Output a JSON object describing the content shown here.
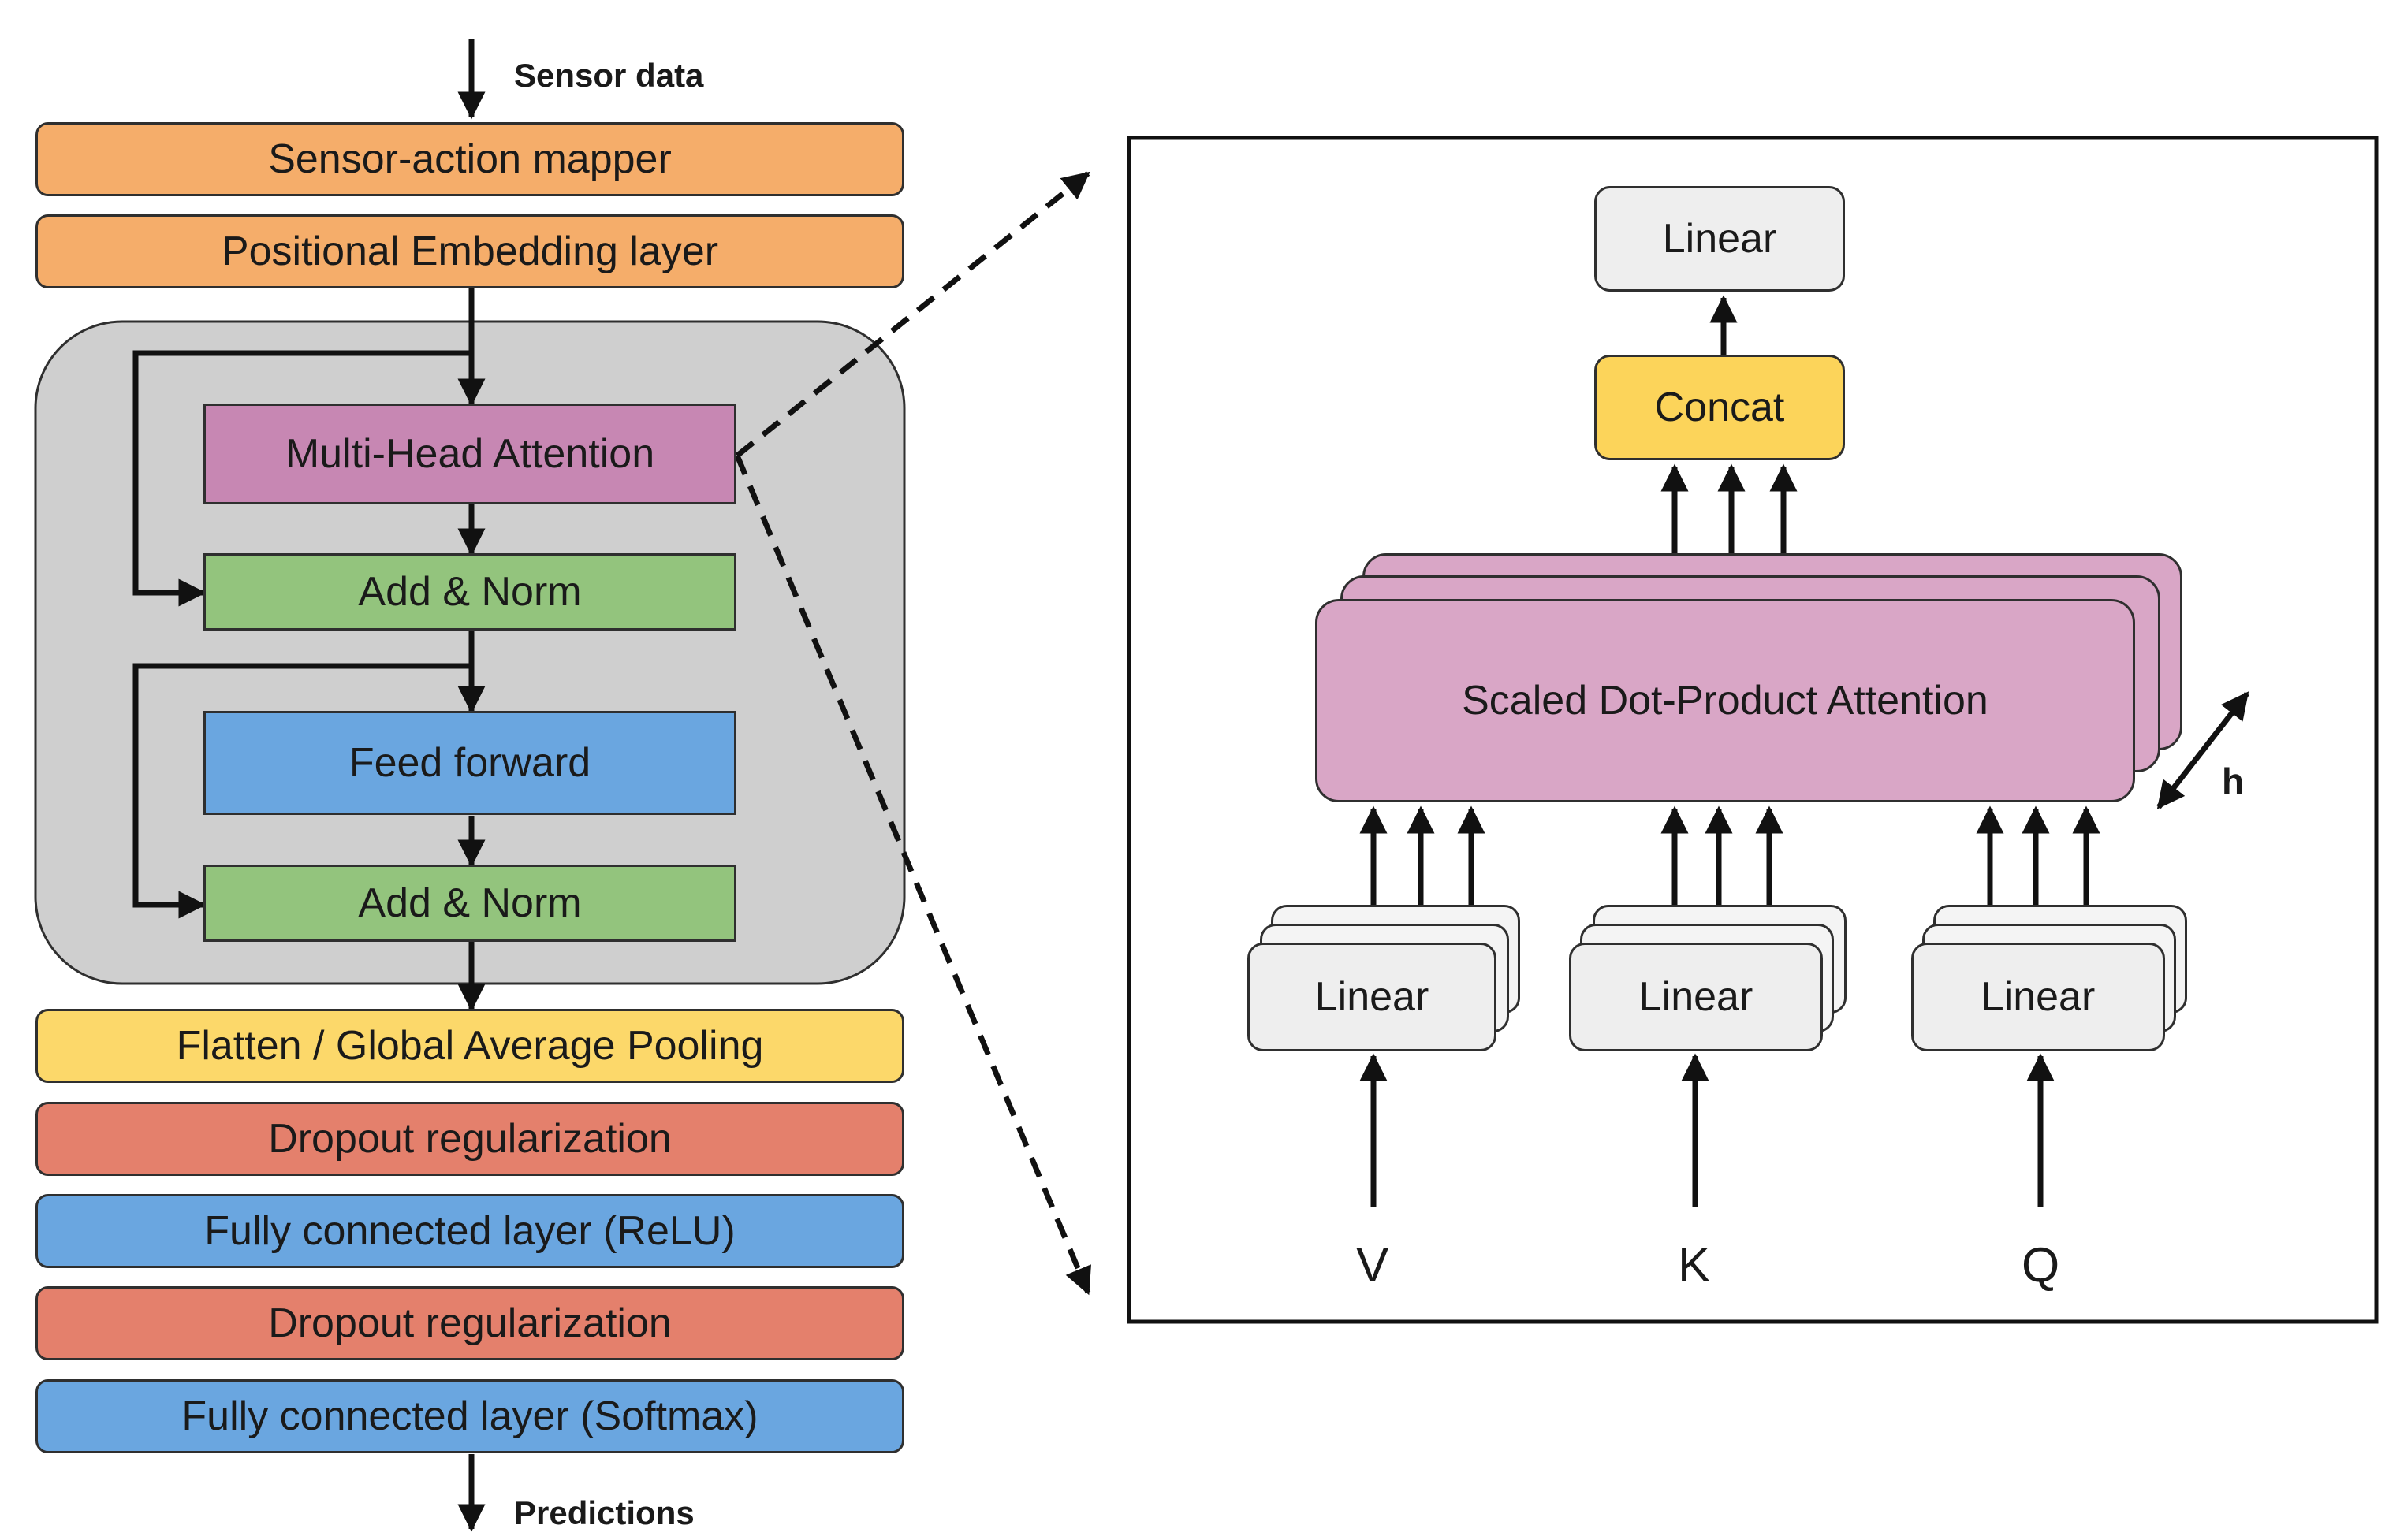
{
  "left": {
    "input_label": "Sensor data",
    "output_label": "Predictions",
    "layers_top": [
      "Sensor-action mapper",
      "Positional Embedding layer"
    ],
    "encoder": {
      "attention": "Multi-Head Attention",
      "add_norm_1": "Add & Norm",
      "feed_forward": "Feed forward",
      "add_norm_2": "Add & Norm"
    },
    "layers_bottom": [
      "Flatten / Global Average Pooling",
      "Dropout regularization",
      "Fully connected layer (ReLU)",
      "Dropout regularization",
      "Fully connected layer (Softmax)"
    ]
  },
  "right": {
    "linear_top": "Linear",
    "concat": "Concat",
    "attention": "Scaled Dot-Product Attention",
    "heads_label": "h",
    "inputs": [
      {
        "linear": "Linear",
        "symbol": "V"
      },
      {
        "linear": "Linear",
        "symbol": "K"
      },
      {
        "linear": "Linear",
        "symbol": "Q"
      }
    ]
  },
  "colors": {
    "orange": "#f5ad6a",
    "yellow": "#fcd86a",
    "red": "#e4806c",
    "blue": "#6aa6e0",
    "pink": "#c787b3",
    "green": "#93c47d",
    "encoder_bg": "#cfcfcf",
    "sdpa": "#d9a6c6",
    "linear": "#eeeeee"
  }
}
